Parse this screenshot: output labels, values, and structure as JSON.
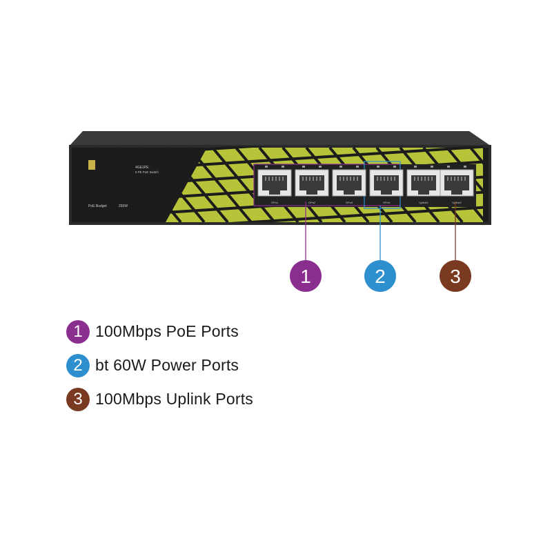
{
  "device": {
    "model_label": "4GE1PE",
    "model_sub": "6 FE PoE Switch",
    "poe_budget_label": "PoE Budget",
    "poe_budget_value": "250W"
  },
  "ports": [
    {
      "label": "GPo1"
    },
    {
      "label": "GPo2"
    },
    {
      "label": "GPo3"
    },
    {
      "label": "GPo4"
    },
    {
      "label": "Uplink1"
    },
    {
      "label": "Uplink2"
    }
  ],
  "callouts": [
    {
      "number": "1",
      "color": "#8a2e8f"
    },
    {
      "number": "2",
      "color": "#2e8fcf"
    },
    {
      "number": "3",
      "color": "#7a3a22"
    }
  ],
  "legend": [
    {
      "number": "1",
      "text": "100Mbps PoE Ports",
      "color": "#8a2e8f"
    },
    {
      "number": "2",
      "text": "bt 60W Power Ports",
      "color": "#2e8fcf"
    },
    {
      "number": "3",
      "text": "100Mbps Uplink Ports",
      "color": "#7a3a22"
    }
  ],
  "colors": {
    "chassis": "#2b2b2b",
    "panel_green": "#b7c43a",
    "panel_dark": "#1c1c1c"
  }
}
